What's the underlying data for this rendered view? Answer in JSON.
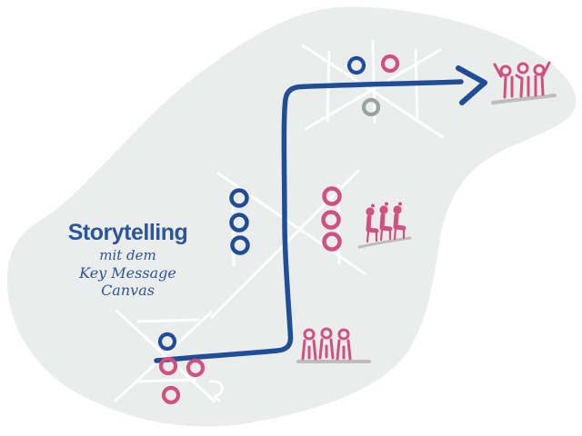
{
  "title": {
    "main": "Storytelling",
    "subtitle_line1": "mit dem",
    "subtitle_line2": "Key Message Canvas"
  },
  "colors": {
    "background": "#ffffff",
    "blob": "#ebecec",
    "ink_blue": "#1f4e96",
    "title_blue": "#2b569c",
    "pink": "#d0517f",
    "neutral_gray": "#98a3a0",
    "platform_gray": "#bdbdbd",
    "sketch_white": "#ffffff"
  },
  "icons": {
    "journey_path": "journey-path-arrow",
    "arrow_head": "arrow-head-icon",
    "canvas_sketches": [
      "canvas-sketch-top",
      "canvas-sketch-middle",
      "canvas-sketch-bottom"
    ],
    "audience_groups": [
      "cheering-audience-icon",
      "seated-audience-icon",
      "standing-audience-icon"
    ],
    "loop_arrow": "loop-arrow-icon"
  },
  "markers": {
    "top_canvas_circles": [
      "blue",
      "pink",
      "gray"
    ],
    "middle_canvas_circles": {
      "blue": 3,
      "pink": 3
    },
    "bottom_canvas_circles": {
      "blue": 1,
      "pink": 3
    }
  }
}
